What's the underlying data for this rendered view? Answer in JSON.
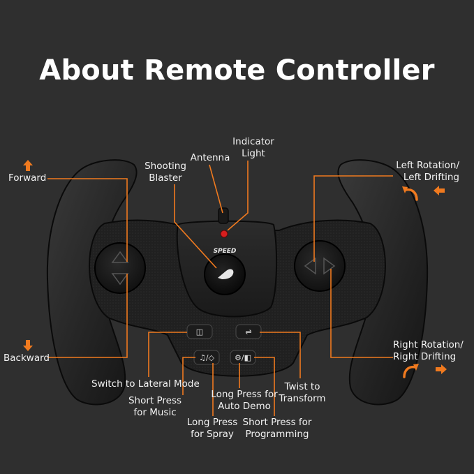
{
  "title": "About Remote Controller",
  "labels": {
    "forward": "Forward",
    "backward": "Backward",
    "shooting_blaster": [
      "Shooting",
      "Blaster"
    ],
    "antenna": "Antenna",
    "indicator_light": [
      "Indicator",
      "Light"
    ],
    "left_rotation": [
      "Left Rotation/",
      "Left Drifting"
    ],
    "right_rotation": [
      "Right Rotation/",
      "Right Drifting"
    ],
    "switch_lateral": "Switch to Lateral Mode",
    "short_press_music": [
      "Short Press",
      "for Music"
    ],
    "long_press_spray": [
      "Long Press",
      "for Spray"
    ],
    "long_press_auto_demo": [
      "Long Press for",
      "Auto Demo"
    ],
    "short_press_programming": [
      "Short Press for",
      "Programming"
    ],
    "twist_transform": [
      "Twist to",
      "Transform"
    ],
    "speed_button": "SPEED"
  },
  "colors": {
    "background": "#2f2f2f",
    "accent_orange": "#f07a1f",
    "leader_line": "#f07a1f",
    "indicator_red": "#d81e1e"
  },
  "icons": {
    "forward_arrow": "arrow-up-icon",
    "backward_arrow": "arrow-down-icon",
    "left_rotation": "curved-arrow-left-icon",
    "left_drift": "arrow-left-icon",
    "right_rotation": "curved-arrow-right-icon",
    "right_drift": "arrow-right-icon"
  }
}
